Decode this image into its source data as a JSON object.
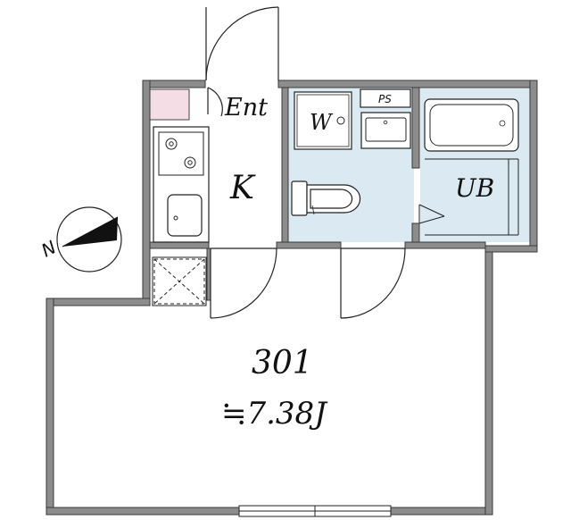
{
  "rooms": {
    "entrance": "Ent",
    "kitchen": "K",
    "washer": "W",
    "pipe_space": "PS",
    "unit_bath": "UB"
  },
  "unit": {
    "number": "301",
    "area": "≒7.38J"
  },
  "compass": {
    "north_label": "N"
  },
  "colors": {
    "wall": "#8c8c8c",
    "wall_edge": "#3a3a3a",
    "wet_area": "#dbe9f2",
    "entrance_step": "#f4dde4",
    "line": "#222222"
  }
}
